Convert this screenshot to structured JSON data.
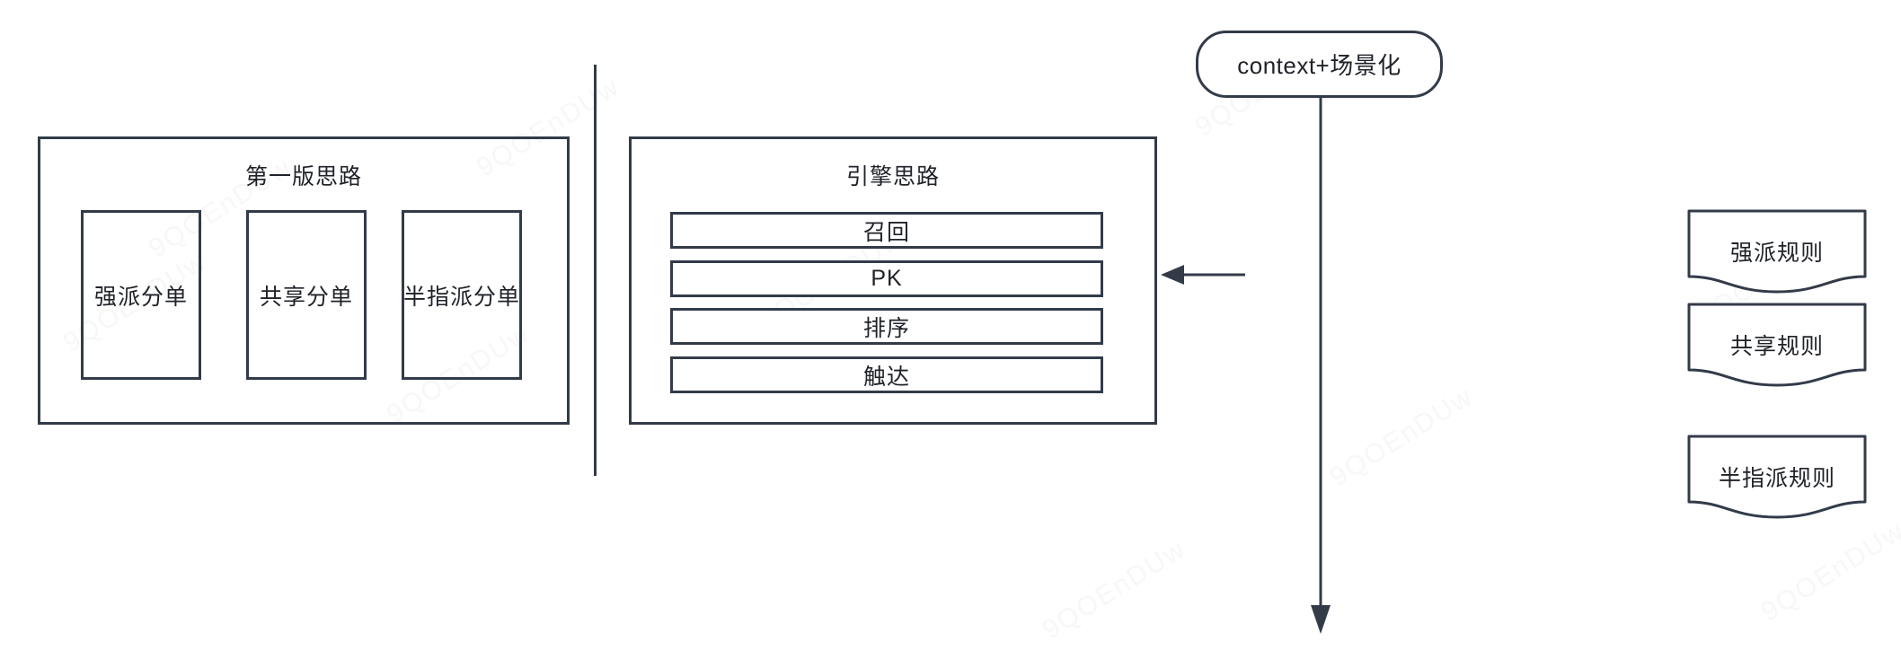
{
  "diagram": {
    "watermark_text": "9QOEnDUw",
    "colors": {
      "stroke": "#333b49",
      "text": "#1f2228",
      "background": "#ffffff"
    },
    "left_panel": {
      "title": "第一版思路",
      "boxes": [
        {
          "label": "强派分单"
        },
        {
          "label": "共享分单"
        },
        {
          "label": "半指派分单"
        }
      ]
    },
    "right_panel": {
      "title": "引擎思路",
      "stages": [
        {
          "label": "召回"
        },
        {
          "label": "PK"
        },
        {
          "label": "排序"
        },
        {
          "label": "触达"
        }
      ]
    },
    "context_node": {
      "label": "context+场景化"
    },
    "rules": [
      {
        "label": "强派规则"
      },
      {
        "label": "共享规则"
      },
      {
        "label": "半指派规则"
      }
    ],
    "connectors": {
      "context_flow": "vertical-arrow-down",
      "rules_to_engine": "arrow-left",
      "panel_divider": "vertical-divider"
    }
  }
}
